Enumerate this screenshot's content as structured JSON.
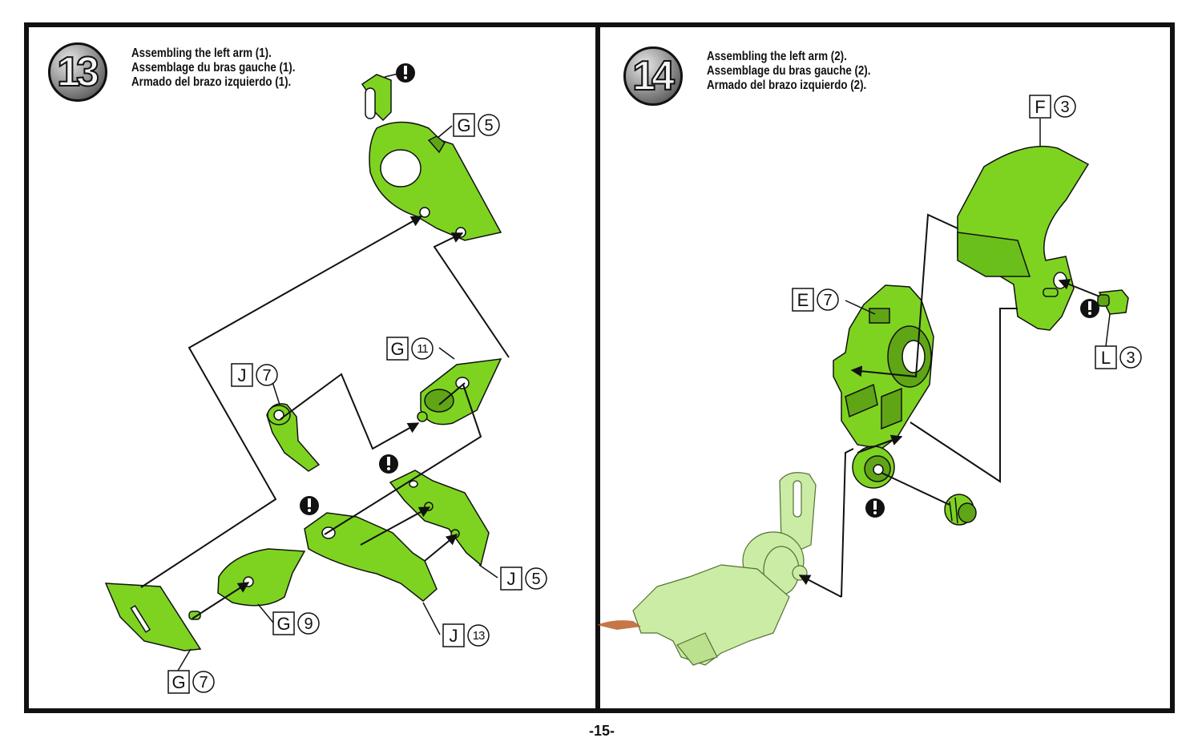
{
  "page_number": "-15-",
  "colors": {
    "part_green": "#7ed321",
    "ghost_green": "#c9eba0",
    "outline": "#111111"
  },
  "step13": {
    "number": "13",
    "lines": [
      "Assembling the left arm (1).",
      "Assemblage du bras gauche (1).",
      "Armado del brazo izquierdo (1)."
    ],
    "tags": [
      {
        "letter": "G",
        "num": "5"
      },
      {
        "letter": "G",
        "num": "11"
      },
      {
        "letter": "J",
        "num": "7"
      },
      {
        "letter": "J",
        "num": "5"
      },
      {
        "letter": "G",
        "num": "9"
      },
      {
        "letter": "J",
        "num": "13"
      },
      {
        "letter": "G",
        "num": "7"
      }
    ]
  },
  "step14": {
    "number": "14",
    "lines": [
      "Assembling the left arm (2).",
      "Assemblage du bras gauche (2).",
      "Armado del brazo izquierdo (2)."
    ],
    "tags": [
      {
        "letter": "F",
        "num": "3"
      },
      {
        "letter": "E",
        "num": "7"
      },
      {
        "letter": "L",
        "num": "3"
      }
    ]
  },
  "caution_icon": "exclamation-caution-icon"
}
